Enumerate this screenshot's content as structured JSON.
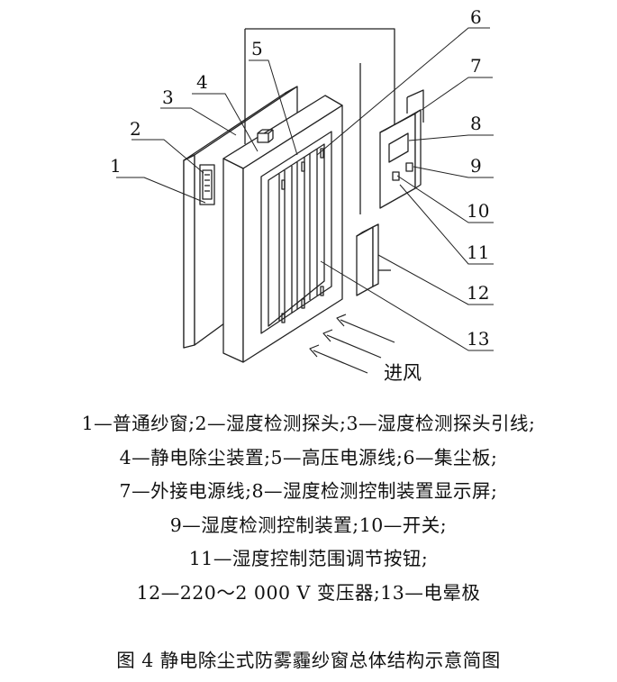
{
  "figure": {
    "callout_numbers": [
      "1",
      "2",
      "3",
      "4",
      "5",
      "6",
      "7",
      "8",
      "9",
      "10",
      "11",
      "12",
      "13"
    ],
    "inlet_label": "进风"
  },
  "legend_lines": [
    "1—普通纱窗;2—湿度检测探头;3—湿度检测探头引线;",
    "4—静电除尘装置;5—高压电源线;6—集尘板;",
    "7—外接电源线;8—湿度检测控制装置显示屏;",
    "9—湿度检测控制装置;10—开关;",
    "11—湿度控制范围调节按钮;",
    "12—220～2 000 V 变压器;13—电晕极"
  ],
  "caption": "图 4 静电除尘式防雾霾纱窗总体结构示意简图"
}
